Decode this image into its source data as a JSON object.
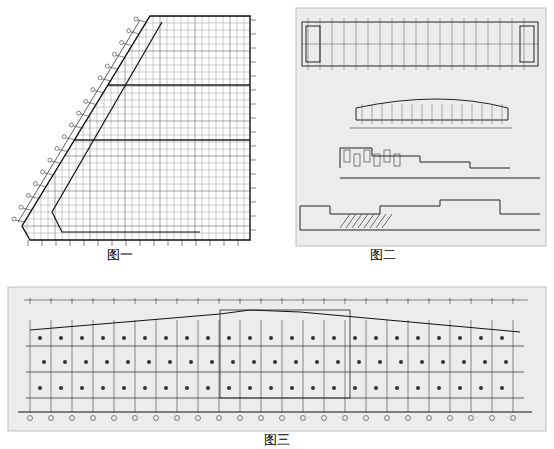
{
  "diagram": {
    "labels": [
      "图一",
      "图二",
      "图三"
    ]
  }
}
